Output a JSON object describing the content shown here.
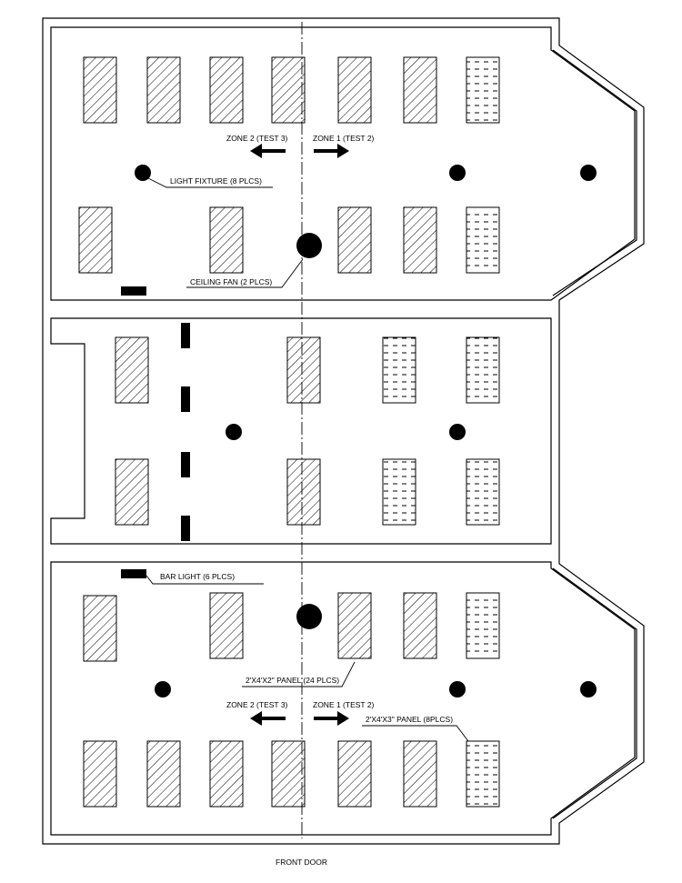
{
  "labels": {
    "zone2_top": "ZONE 2 (TEST 3)",
    "zone1_top": "ZONE 1 (TEST   2)",
    "zone2_bottom": "ZONE 2 (TEST 3)",
    "zone1_bottom": "ZONE 1 (TEST   2)",
    "light_fixture": "LIGHT FIXTURE (8 PLCS)",
    "ceiling_fan": "CEILING FAN (2 PLCS)",
    "bar_light": "BAR LIGHT (6 PLCS)",
    "panel_2x4x2": "2'X4'X2\" PANEL (24 PLCS)",
    "panel_2x4x3": "2'X4'X3\" PANEL (8PLCS)",
    "front_door": "FRONT DOOR"
  },
  "legend_items": [
    {
      "symbol": "hatched-panel",
      "description": "2'X4'X2\" PANEL (24 PLCS)"
    },
    {
      "symbol": "dashed-panel",
      "description": "2'X4'X3\" PANEL (8PLCS)"
    },
    {
      "symbol": "light-dot",
      "description": "LIGHT FIXTURE (8 PLCS)"
    },
    {
      "symbol": "fan-circle",
      "description": "CEILING FAN (2 PLCS)"
    },
    {
      "symbol": "bar-light",
      "description": "BAR LIGHT (6 PLCS)"
    }
  ],
  "colors": {
    "line": "#000000",
    "background": "#ffffff"
  }
}
